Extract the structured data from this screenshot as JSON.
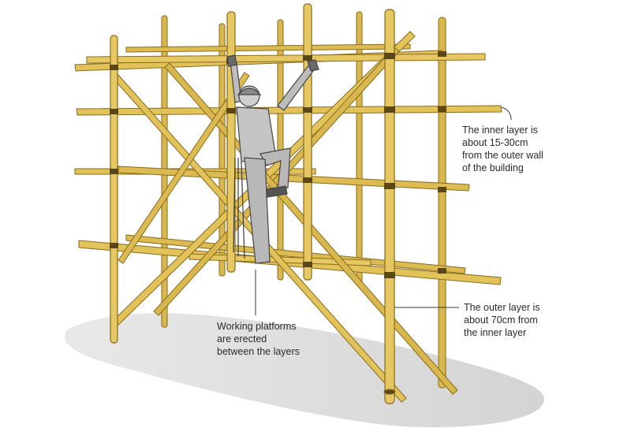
{
  "callouts": {
    "inner_layer": "The inner layer is\nabout 15-30cm\nfrom the outer wall\nof the building",
    "outer_layer": "The outer layer is\nabout 70cm from\nthe inner layer",
    "platforms": "Working platforms\nare erected\nbetween the layers"
  },
  "colors": {
    "bamboo": "#e2c35a",
    "bamboo_edge": "#8a6a1e",
    "joint": "#5b4617",
    "ground_shadow": "#dcdcdc",
    "worker": "#bdbdbd",
    "worker_edge": "#444444",
    "leader_line": "#3a3a3a"
  }
}
